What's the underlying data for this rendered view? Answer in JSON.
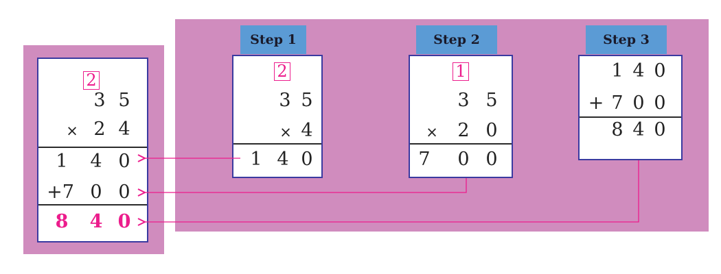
{
  "colors": {
    "background": "#d08cbe",
    "accent": "#ec1c8c",
    "border": "#3a3aa0",
    "tab": "#5b9bd5"
  },
  "summary": {
    "carry": "2",
    "top": [
      "3",
      "5"
    ],
    "multiplier": [
      "×",
      "2",
      "4"
    ],
    "partial1": [
      "1",
      "4",
      "0"
    ],
    "partial2": [
      "+7",
      "0",
      "0"
    ],
    "result": [
      "8",
      "4",
      "0"
    ]
  },
  "steps": [
    {
      "label": "Step 1",
      "carry": "2",
      "top": [
        "3",
        "5"
      ],
      "multiplier": [
        "×",
        "4"
      ],
      "result": [
        "1",
        "4",
        "0"
      ]
    },
    {
      "label": "Step 2",
      "carry": "1",
      "top": [
        "3",
        "5"
      ],
      "multiplier": [
        "×",
        "2",
        "0"
      ],
      "result": [
        "7",
        "0",
        "0"
      ]
    },
    {
      "label": "Step 3",
      "row1": [
        "1",
        "4",
        "0"
      ],
      "row2": [
        "+",
        "7",
        "0",
        "0"
      ],
      "result": [
        "8",
        "4",
        "0"
      ]
    }
  ]
}
